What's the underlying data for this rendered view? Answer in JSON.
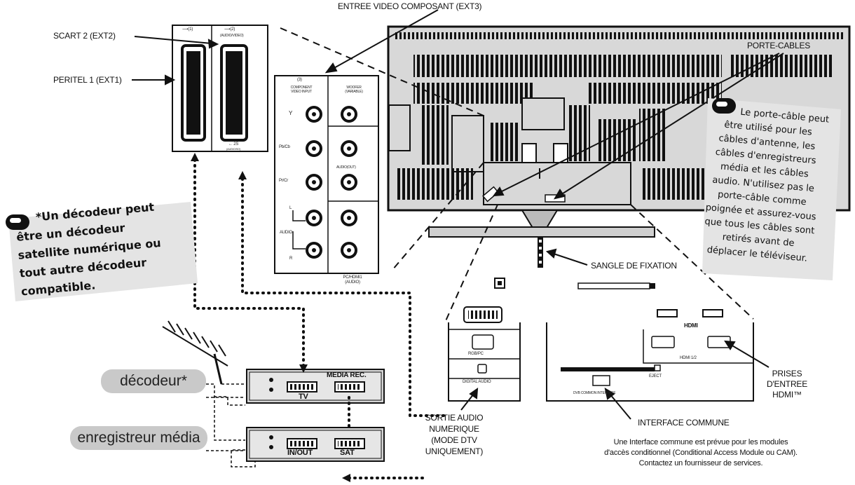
{
  "labels": {
    "component_title": "ENTREE VIDEO COMPOSANT (EXT3)",
    "scart2": "SCART 2 (EXT2)",
    "peritel1": "PERITEL 1 (EXT1)",
    "porte_cables": "PORTE-CABLES",
    "sangle": "SANGLE DE FIXATION",
    "prises_hdmi": [
      "PRISES",
      "D'ENTREE",
      "HDMI™"
    ],
    "interface_commune": "INTERFACE COMMUNE",
    "sortie_audio": [
      "SORTIE AUDIO",
      "NUMERIQUE",
      "(MODE DTV",
      "UNIQUEMENT)"
    ],
    "interface_desc": [
      "Une Interface commune est prévue pour les modules",
      "d'accès conditionnel (Conditional Access Module ou CAM).",
      "Contactez un fournisseur de services."
    ]
  },
  "panel_small": {
    "scart1_top": "⟶(1)",
    "scart2_top": "⟶(2)",
    "scart2_sub": "(AUDIO/VIDEO)",
    "scart2_bottom": "← 2S",
    "scart2_bottom_sub": "(AUDIO/SO)",
    "comp_num": "(3)",
    "comp_title": [
      "COMPONENT",
      "VIDEO INPUT"
    ],
    "woofer": [
      "WOOFER",
      "(VARIABLE)"
    ],
    "y": "Y",
    "pb": "Pb/Cb",
    "pr": "Pr/Cr",
    "audio": "AUDIO",
    "l": "L",
    "r": "R",
    "audio_out": "AUDIO(OUT)",
    "pc_hdmi": [
      "PC/HDMI1",
      "(AUDIO)"
    ],
    "rgb_pc": "RGB/PC",
    "digital_audio": "DIGITAL AUDIO",
    "hdmi_logo": "HDMI",
    "hdmi12": "HDMI 1/2",
    "eject": "EJECT",
    "common_interface": "DVB COMMON INTERFACE"
  },
  "notes": {
    "decoder_note": [
      "*Un décodeur peut",
      "être un décodeur",
      "satellite numérique ou",
      "tout autre décodeur",
      "compatible."
    ],
    "cable_note": [
      "Le porte-câble peut",
      "être utilisé pour les",
      "câbles d'antenne, les",
      "câbles d'enregistreurs",
      "média et les câbles",
      "audio. N'utilisez pas le",
      "porte-câble comme",
      "poignée et assurez-vous",
      "que tous les câbles sont",
      "retirés avant de",
      "déplacer le téléviseur."
    ]
  },
  "devices": {
    "decoder_label": "décodeur*",
    "recorder_label": "enregistreur média",
    "media_rec": "MEDIA REC.",
    "tv": "TV",
    "inout": "IN/OUT",
    "sat": "SAT"
  },
  "colors": {
    "line": "#111111",
    "panel_fill": "#ffffff",
    "tv_fill": "#cfcfcf",
    "badge": "#c9c9c9",
    "note_bg": "#e4e4e4"
  }
}
